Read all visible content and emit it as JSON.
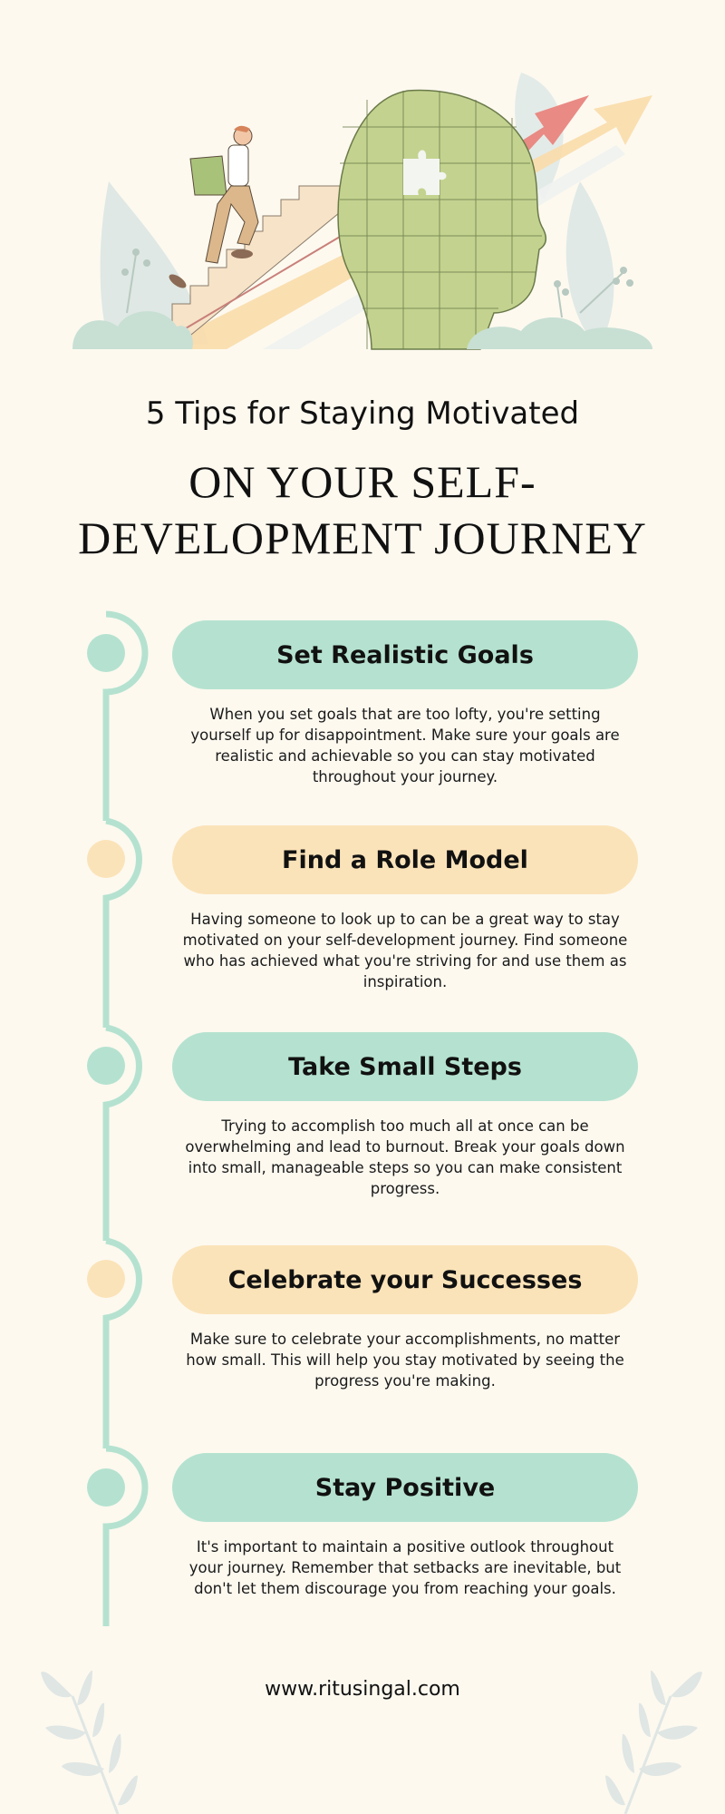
{
  "header": {
    "subtitle": "5 Tips for Staying Motivated",
    "title_line1": "ON YOUR SELF-",
    "title_line2": "DEVELOPMENT JOURNEY"
  },
  "hero_illustration": {
    "description": "Man climbing stairs carrying a puzzle piece toward a green puzzle head with a missing piece and upward arrows",
    "icons": [
      "person-climbing-icon",
      "staircase-icon",
      "puzzle-head-icon",
      "missing-puzzle-piece-icon",
      "arrow-up-right-icon",
      "plant-icon"
    ]
  },
  "colors": {
    "background": "#fdf9ef",
    "mint": "#b5e2d0",
    "peach": "#fbe3b9",
    "text": "#111111",
    "puzzle_green": "#c3d38f",
    "arrow_red": "#e98a84",
    "arrow_yellow": "#f9dcaa"
  },
  "tips": [
    {
      "title": "Set Realistic Goals",
      "color": "mint",
      "body": "When you set goals that are too lofty, you're setting yourself up for disappointment. Make sure your goals are realistic and achievable so you can stay motivated throughout your journey."
    },
    {
      "title": "Find a Role Model",
      "color": "peach",
      "body": "Having someone to look up to can be a great way to stay motivated on your self-development journey. Find someone who has achieved what you're striving for and use them as inspiration."
    },
    {
      "title": "Take Small Steps",
      "color": "mint",
      "body": "Trying to accomplish too much all at once can be overwhelming and lead to burnout. Break your goals down into small, manageable steps so you can make consistent progress."
    },
    {
      "title": "Celebrate your Successes",
      "color": "peach",
      "body": "Make sure to celebrate your accomplishments, no matter how small. This will help you stay motivated by seeing the progress you're making."
    },
    {
      "title": "Stay Positive",
      "color": "mint",
      "body": "It's important to maintain a positive outlook throughout your journey. Remember that setbacks are inevitable, but don't let them discourage you from reaching your goals."
    }
  ],
  "footer": {
    "url": "www.ritusingal.com"
  }
}
